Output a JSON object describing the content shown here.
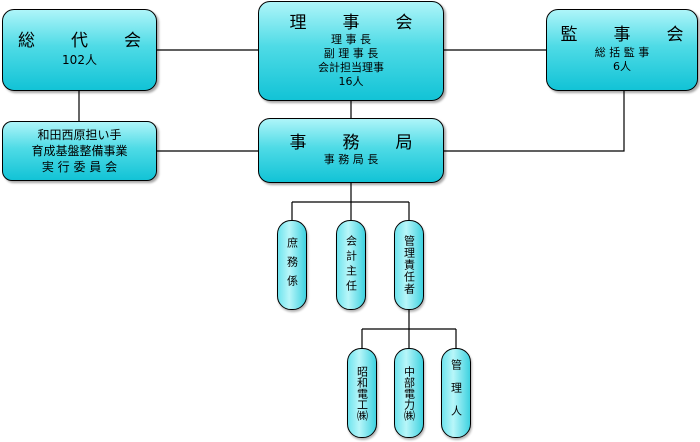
{
  "board": {
    "title": "理 事 会",
    "lines": [
      "理 事 長",
      "副 理 事 長",
      "会計担当理事",
      "16人"
    ]
  },
  "general_assembly": {
    "title": "総 代 会",
    "count": "102人"
  },
  "auditors": {
    "title": "監 事 会",
    "lines": [
      "総 括 監 事",
      "6人"
    ]
  },
  "executive_committee": {
    "lines": [
      "和田西原担い手",
      "育成基盤整備事業",
      "実 行 委 員 会"
    ]
  },
  "secretariat": {
    "title": "事 務 局",
    "subtitle": "事 務 局 長"
  },
  "units": {
    "general_affairs": "庶務係",
    "accounting": "会計主任",
    "manager": "管理責任者"
  },
  "contractors": {
    "showa": "昭和電工㈱",
    "chubu": "中部電力㈱",
    "kanrinin": "管理人"
  }
}
